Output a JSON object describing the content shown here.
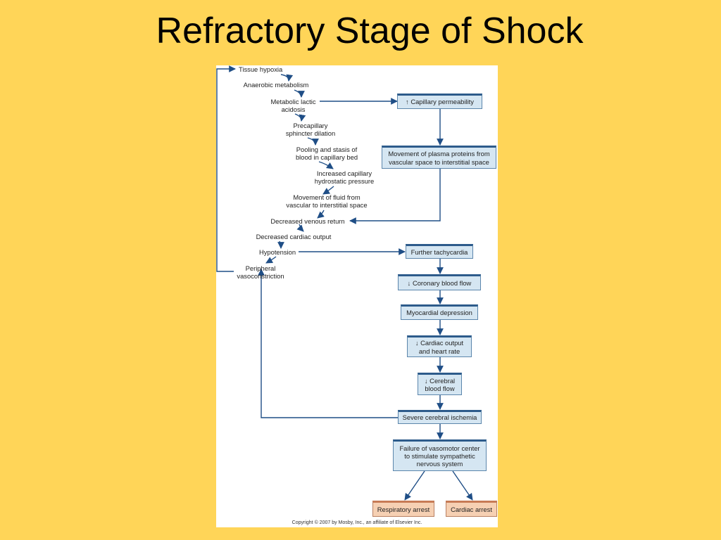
{
  "slide": {
    "title": "Refractory Stage of Shock"
  },
  "diagram": {
    "cascade": [
      "Tissue hypoxia",
      "Anaerobic metabolism",
      "Metabolic lactic\nacidosis",
      "Precapillary\nsphincter dilation",
      "Pooling and stasis of\nblood in capillary bed",
      "Increased capillary\nhydrostatic pressure",
      "Movement of fluid from\nvascular to interstitial space",
      "Decreased venous return",
      "Decreased cardiac output",
      "Hypotension",
      "Peripheral\nvasoconstriction"
    ],
    "upper_boxes": [
      "↑ Capillary permeability",
      "Movement of plasma proteins from\nvascular space to interstitial space"
    ],
    "lower_boxes": [
      "Further tachycardia",
      "↓ Coronary blood flow",
      "Myocardial depression",
      "↓ Cardiac output\nand heart rate",
      "↓ Cerebral\nblood flow",
      "Severe cerebral ischemia",
      "Failure of vasomotor center\nto stimulate sympathetic\nnervous system"
    ],
    "outcomes": [
      "Respiratory arrest",
      "Cardiac arrest"
    ],
    "copyright": "Copyright © 2007 by Mosby, Inc., an affiliate of Elsevier Inc."
  }
}
